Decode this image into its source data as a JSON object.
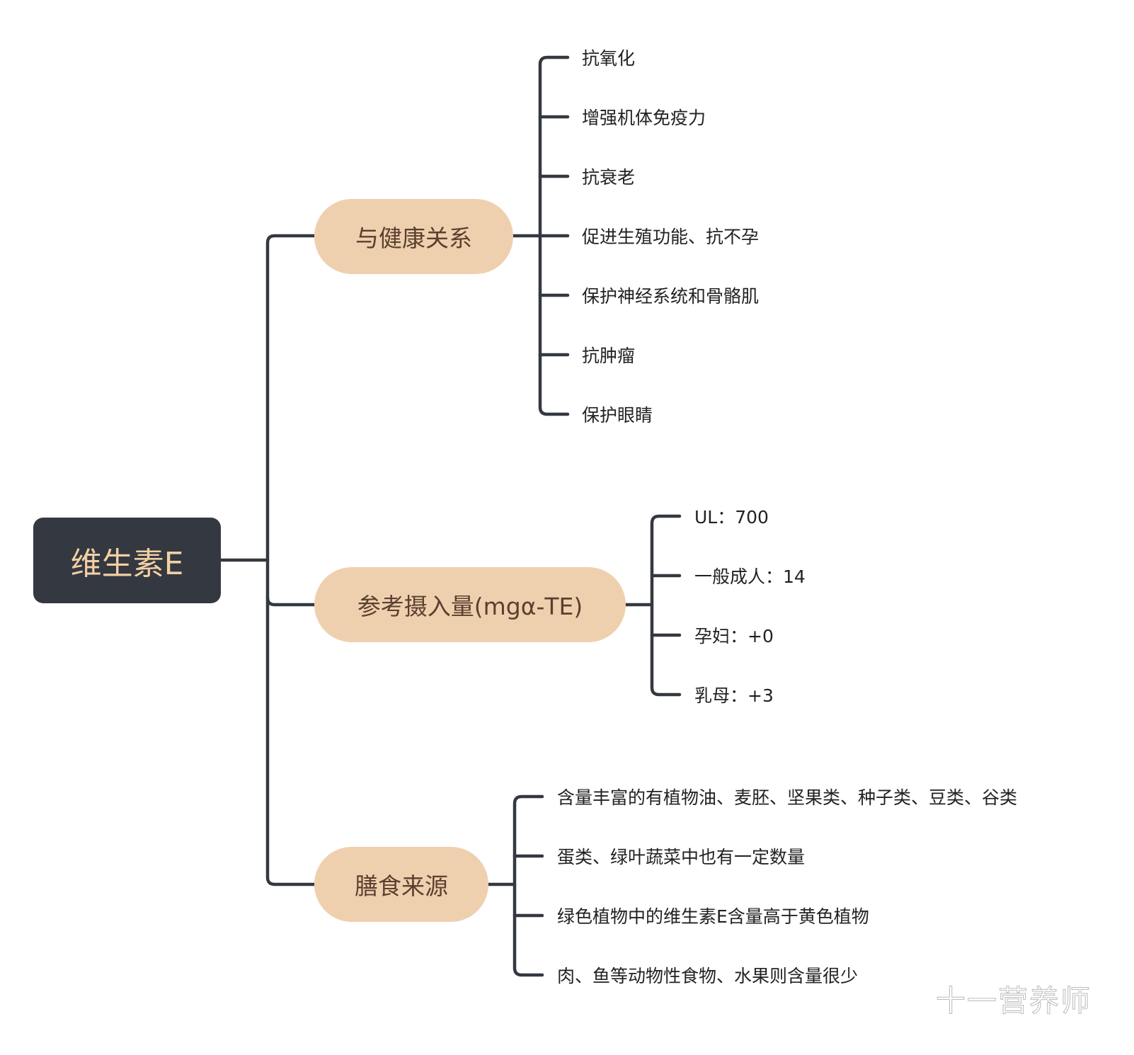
{
  "root": {
    "label": "维生素E"
  },
  "branches": [
    {
      "label": "与健康关系",
      "children": [
        "抗氧化",
        "增强机体免疫力",
        "抗衰老",
        "促进生殖功能、抗不孕",
        "保护神经系统和骨骼肌",
        "抗肿瘤",
        "保护眼睛"
      ]
    },
    {
      "label": "参考摄入量(mgα-TE)",
      "children": [
        "UL：700",
        "一般成人：14",
        "孕妇：+0",
        "乳母：+3"
      ]
    },
    {
      "label": "膳食来源",
      "children": [
        "含量丰富的有植物油、麦胚、坚果类、种子类、豆类、谷类",
        "蛋类、绿叶蔬菜中也有一定数量",
        "绿色植物中的维生素E含量高于黄色植物",
        "肉、鱼等动物性食物、水果则含量很少"
      ]
    }
  ],
  "watermark": "十一营养师",
  "colors": {
    "root_bg": "#343840",
    "root_text": "#f2cfa5",
    "branch_bg": "#efd0ae",
    "branch_text": "#5a4030",
    "line": "#343840"
  }
}
